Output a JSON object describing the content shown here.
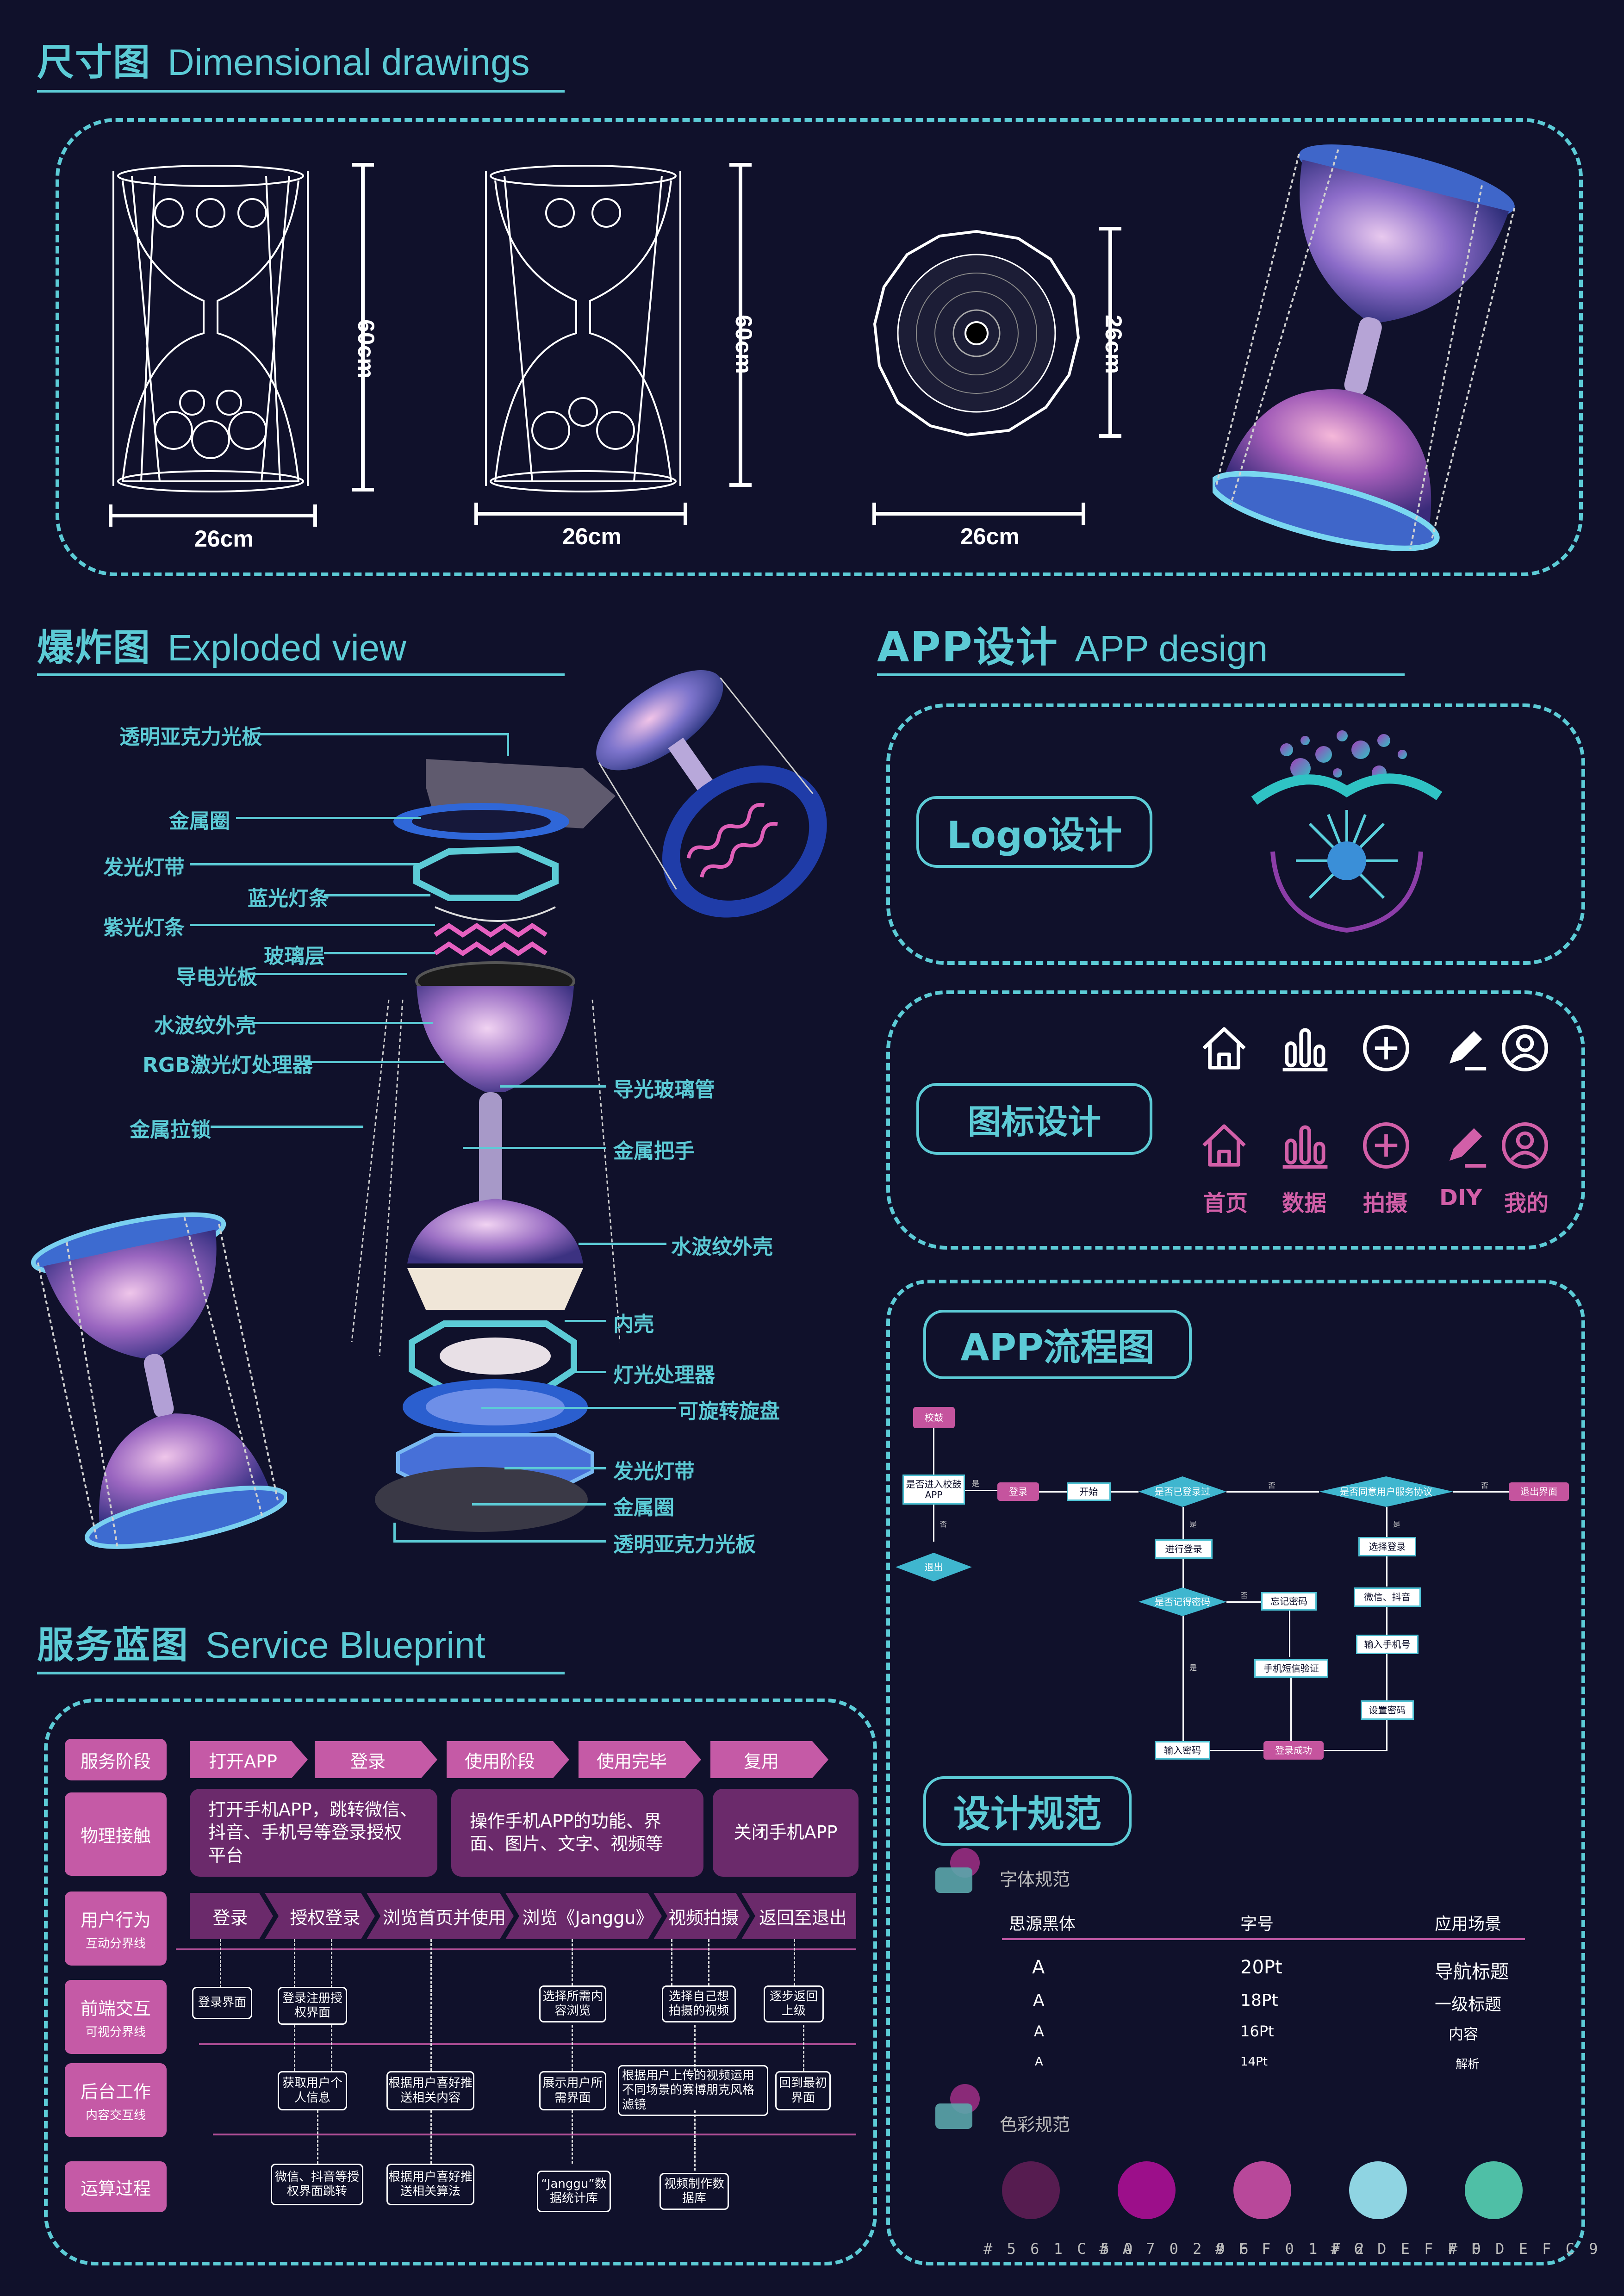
{
  "dimensional": {
    "title_zh": "尺寸图",
    "title_en": "Dimensional drawings",
    "dims": {
      "width_a": "26cm",
      "height_a": "60cm",
      "width_b": "26cm",
      "height_b": "60cm",
      "width_c": "26cm",
      "height_c": "26cm"
    }
  },
  "exploded": {
    "title_zh": "爆炸图",
    "title_en": "Exploded view",
    "labels_left": [
      "透明亚克力光板",
      "金属圈",
      "发光灯带",
      "蓝光灯条",
      "紫光灯条",
      "玻璃层",
      "导电光板",
      "水波纹外壳",
      "RGB激光灯处理器",
      "金属拉锁"
    ],
    "labels_right": [
      "导光玻璃管",
      "金属把手",
      "水波纹外壳",
      "内壳",
      "灯光处理器",
      "可旋转旋盘",
      "发光灯带",
      "金属圈",
      "透明亚克力光板"
    ]
  },
  "app": {
    "title_zh": "APP设计",
    "title_en": "APP design",
    "logo_pill": "Logo设计",
    "icon_pill": "图标设计",
    "flow_pill": "APP流程图",
    "spec_pill": "设计规范",
    "icon_labels": [
      "首页",
      "数据",
      "拍摄",
      "DIY",
      "我的"
    ],
    "icon_names": [
      "home-icon",
      "bar-chart-icon",
      "plus-circle-icon",
      "pencil-icon",
      "user-icon"
    ]
  },
  "flow": {
    "start": "校鼓",
    "check_enter": "是否进入校鼓APP",
    "login": "登录",
    "begin": "开始",
    "logged_in": "是否已登录过",
    "agree": "是否同意用户服务协议",
    "exit_screen": "退出界面",
    "exit": "退出",
    "do_login": "进行登录",
    "choose_login": "选择登录",
    "remember_pwd": "是否记得密码",
    "forgot_pwd": "忘记密码",
    "wechat": "微信、抖音",
    "phone": "输入手机号",
    "sms": "手机短信验证",
    "set_pwd": "设置密码",
    "enter_pwd": "输入密码",
    "login_ok": "登录成功",
    "yes": "是",
    "no": "否"
  },
  "spec": {
    "font_heading": "字体规范",
    "color_heading": "色彩规范",
    "col_font": "思源黑体",
    "col_size": "字号",
    "col_use": "应用场景",
    "rows": [
      {
        "sample": "A",
        "size": "20Pt",
        "use": "导航标题"
      },
      {
        "sample": "A",
        "size": "18Pt",
        "use": "一级标题"
      },
      {
        "sample": "A",
        "size": "16Pt",
        "use": "内容"
      },
      {
        "sample": "A",
        "size": "14Pt",
        "use": "解析"
      }
    ],
    "colors": [
      {
        "hex": "#561C50",
        "label": "# 5 6 1 C 5 0"
      },
      {
        "hex": "#A70296",
        "label": "# A 7 0 2 9 6"
      },
      {
        "hex": "#FF01F2",
        "label": "# F F 0 1 F 2"
      },
      {
        "hex": "#6DEFFF",
        "label": "# 6 D E F F F"
      },
      {
        "hex": "#0DEFC9",
        "label": "# 0 D E F C 9"
      }
    ],
    "swatch_render": [
      "#561c50",
      "#9c0f8a",
      "#b8489a",
      "#8fd4e2",
      "#4fbfa6"
    ]
  },
  "blueprint": {
    "title_zh": "服务蓝图",
    "title_en": "Service Blueprint",
    "rows": [
      {
        "name": "服务阶段",
        "sub": ""
      },
      {
        "name": "物理接触",
        "sub": ""
      },
      {
        "name": "用户行为",
        "sub": "互动分界线"
      },
      {
        "name": "前端交互",
        "sub": "可视分界线"
      },
      {
        "name": "后台工作",
        "sub": "内容交互线"
      },
      {
        "name": "运算过程",
        "sub": ""
      }
    ],
    "stages": [
      "打开APP",
      "登录",
      "使用阶段",
      "使用完毕",
      "复用"
    ],
    "physical": [
      "打开手机APP，跳转微信、抖音、手机号等登录授权平台",
      "操作手机APP的功能、界面、图片、文字、视频等",
      "关闭手机APP"
    ],
    "actions": [
      "登录",
      "授权登录",
      "浏览首页并使用",
      "浏览《Janggu》",
      "视频拍摄",
      "返回至退出"
    ],
    "frontend": [
      "登录界面",
      "登录注册授权界面",
      "选择所需内容浏览",
      "选择自己想拍摄的视频",
      "逐步返回上级"
    ],
    "backend": [
      "获取用户个人信息",
      "根据用户喜好推送相关内容",
      "展示用户所需界面",
      "根据用户上传的视频运用不同场景的赛博朋克风格滤镜",
      "回到最初界面"
    ],
    "compute": [
      "微信、抖音等授权界面跳转",
      "根据用户喜好推送相关算法",
      "“Janggu”数据统计库",
      "视频制作数据库"
    ]
  }
}
